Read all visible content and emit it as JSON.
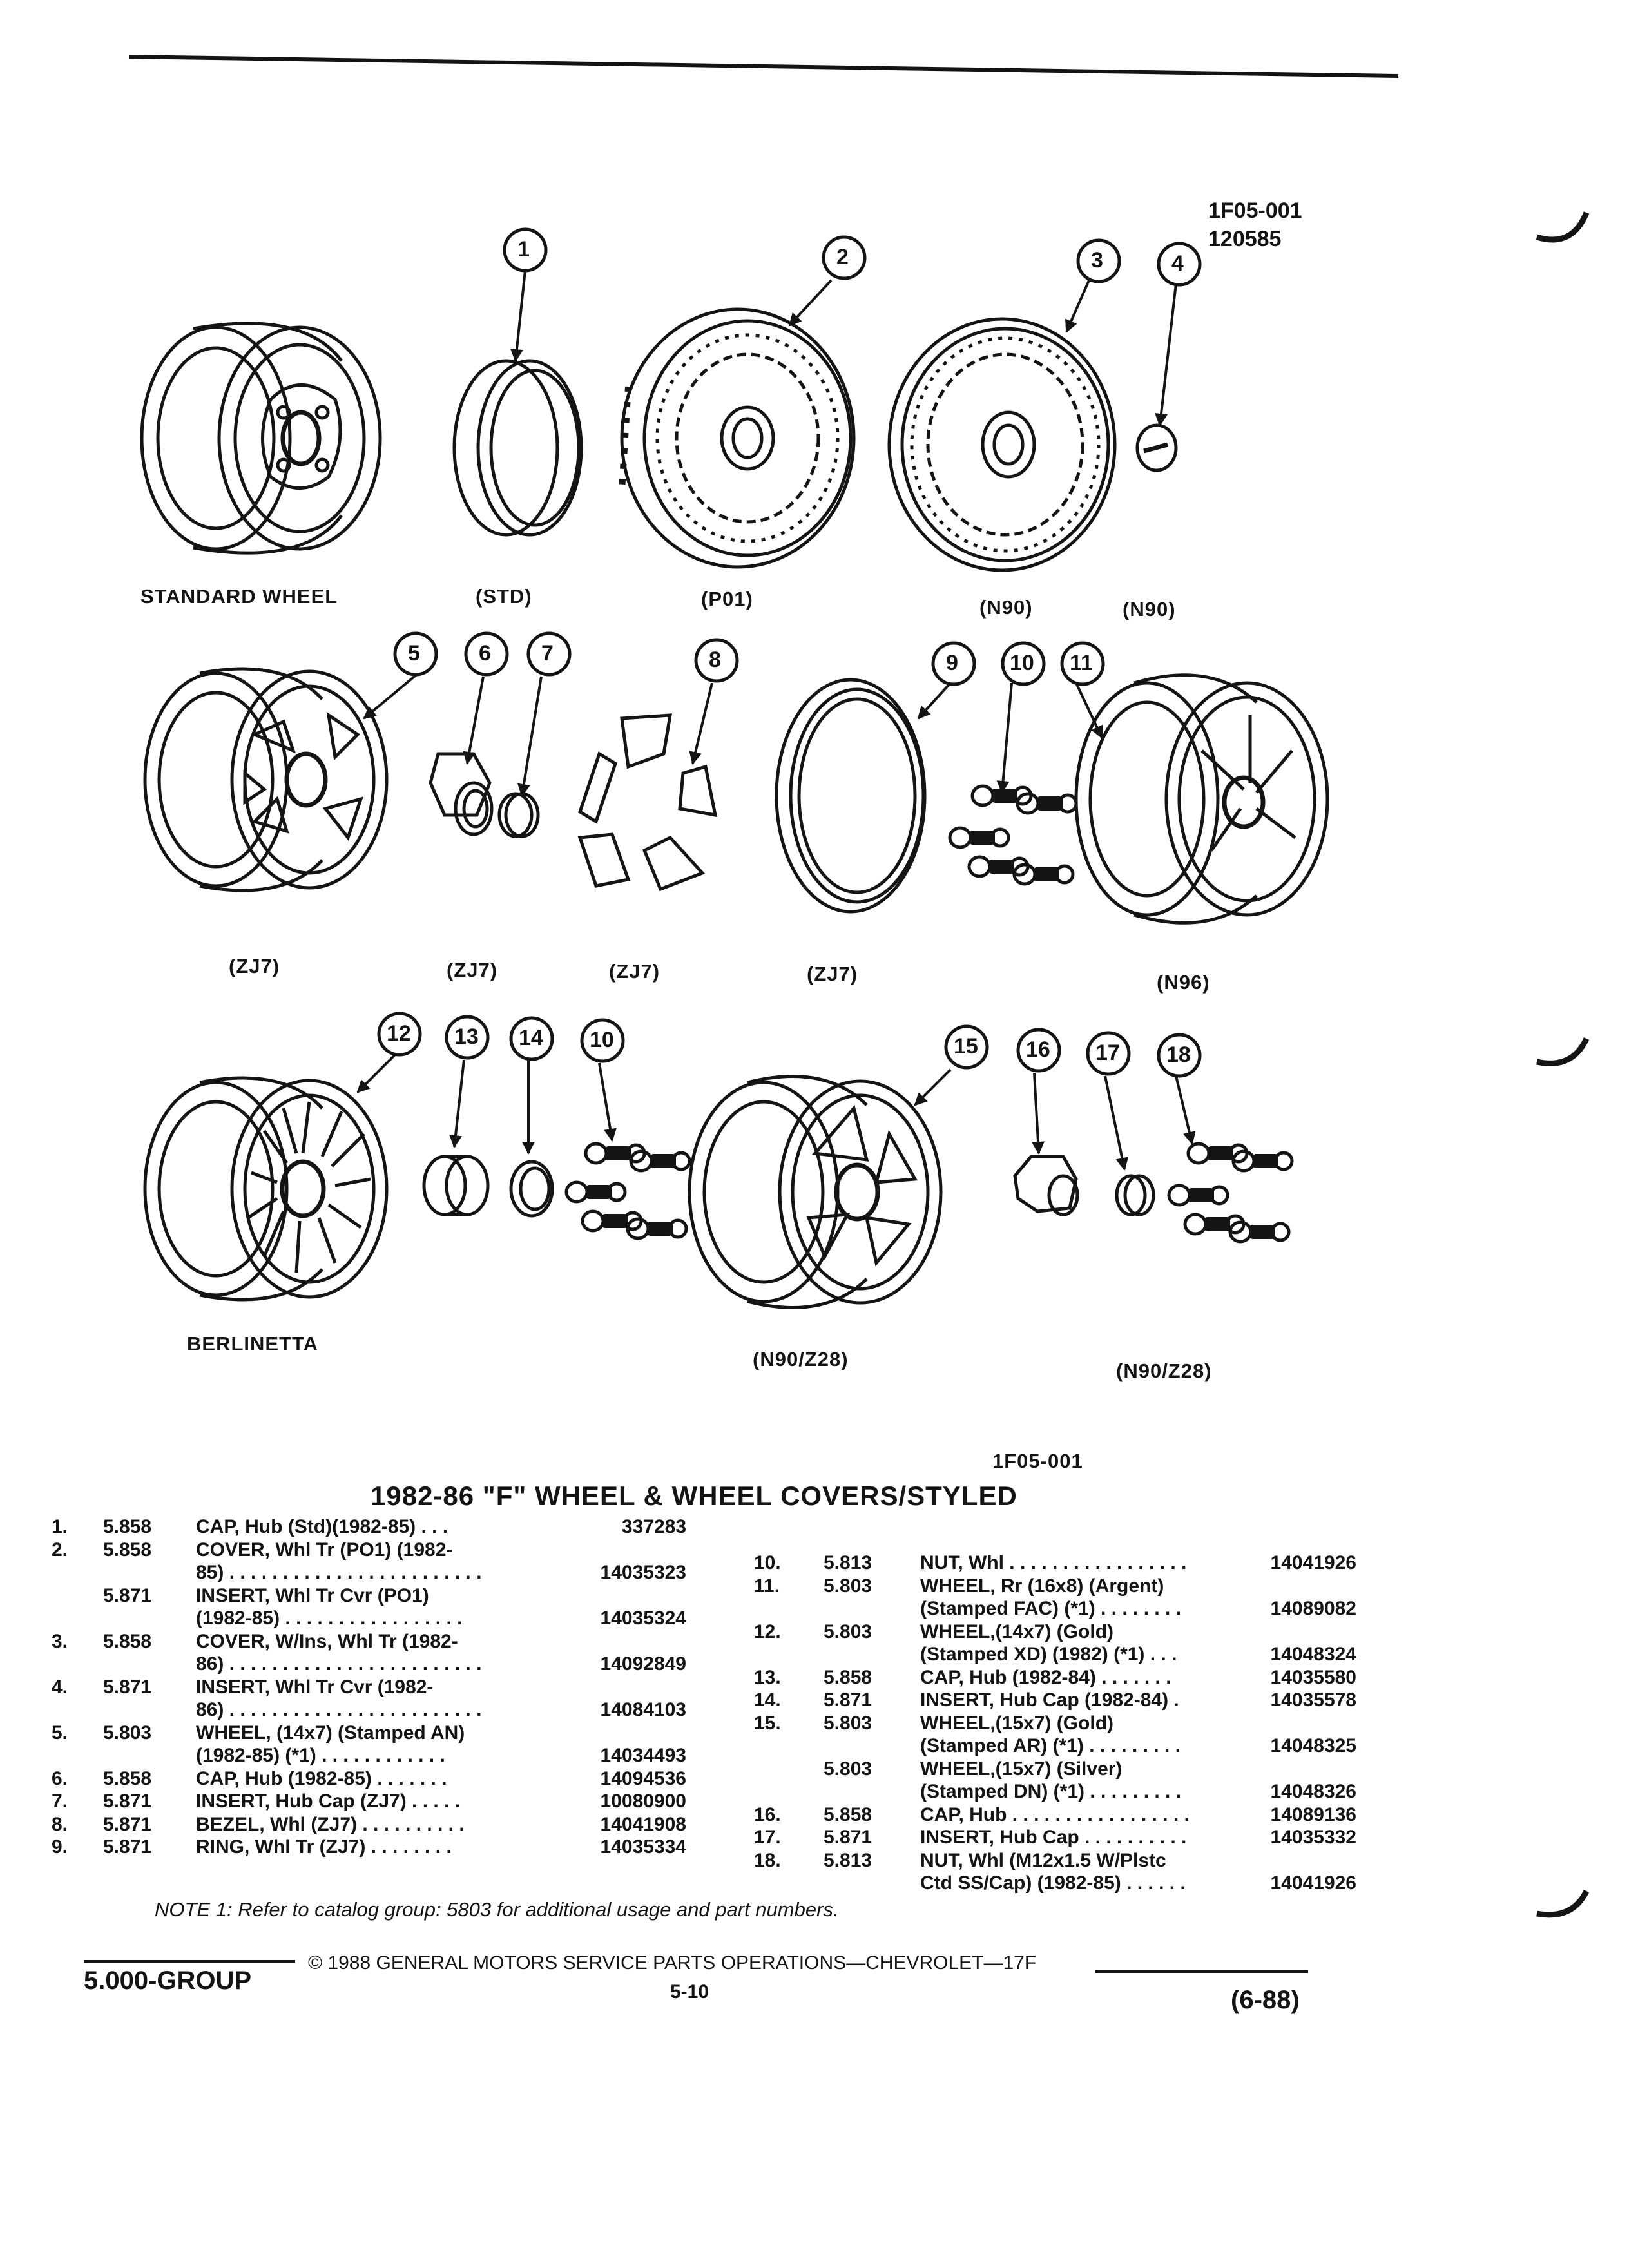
{
  "header": {
    "ref_code": "1F05-001",
    "ref_date": "120585"
  },
  "callouts": [
    "1",
    "2",
    "3",
    "4",
    "5",
    "6",
    "7",
    "8",
    "9",
    "10",
    "11",
    "12",
    "13",
    "14",
    "10",
    "15",
    "16",
    "17",
    "18"
  ],
  "captions": {
    "standard_wheel": "STANDARD WHEEL",
    "std": "(STD)",
    "p01": "(P01)",
    "n90_a": "(N90)",
    "n90_b": "(N90)",
    "zj7_a": "(ZJ7)",
    "zj7_b": "(ZJ7)",
    "zj7_c": "(ZJ7)",
    "zj7_d": "(ZJ7)",
    "n96": "(N96)",
    "berlinetta": "BERLINETTA",
    "n90z28_a": "(N90/Z28)",
    "n90z28_b": "(N90/Z28)"
  },
  "figure_ref": "1F05-001",
  "title": "1982-86 \"F\" WHEEL & WHEEL COVERS/STYLED",
  "parts_left": [
    {
      "no": "1.",
      "group": "5.858",
      "desc": "CAP, Hub (Std)(1982-85)  . . .",
      "part": "337283"
    },
    {
      "no": "2.",
      "group": "5.858",
      "desc": "COVER, Whl Tr (PO1) (1982-",
      "part": ""
    },
    {
      "no": "",
      "group": "",
      "desc": "85)  . . . . . . . . . . . . . . . . . . . . . . . .",
      "part": "14035323"
    },
    {
      "no": "",
      "group": "5.871",
      "desc": "INSERT, Whl Tr Cvr (PO1)",
      "part": ""
    },
    {
      "no": "",
      "group": "",
      "desc": "(1982-85)  . . . . . . . . . . . . . . . . .",
      "part": "14035324"
    },
    {
      "no": "3.",
      "group": "5.858",
      "desc": "COVER, W/Ins, Whl Tr (1982-",
      "part": ""
    },
    {
      "no": "",
      "group": "",
      "desc": "86)  . . . . . . . . . . . . . . . . . . . . . . . .",
      "part": "14092849"
    },
    {
      "no": "4.",
      "group": "5.871",
      "desc": "INSERT, Whl Tr Cvr (1982-",
      "part": ""
    },
    {
      "no": "",
      "group": "",
      "desc": "86)  . . . . . . . . . . . . . . . . . . . . . . . .",
      "part": "14084103"
    },
    {
      "no": "5.",
      "group": "5.803",
      "desc": "WHEEL, (14x7) (Stamped AN)",
      "part": ""
    },
    {
      "no": "",
      "group": "",
      "desc": "(1982-85) (*1)  . . . . . . . . . . . .",
      "part": "14034493"
    },
    {
      "no": "6.",
      "group": "5.858",
      "desc": "CAP, Hub (1982-85)  . . . . . . .",
      "part": "14094536"
    },
    {
      "no": "7.",
      "group": "5.871",
      "desc": "INSERT, Hub Cap (ZJ7)  . . . . .",
      "part": "10080900"
    },
    {
      "no": "8.",
      "group": "5.871",
      "desc": "BEZEL, Whl (ZJ7)  . . . . . . . . . .",
      "part": "14041908"
    },
    {
      "no": "9.",
      "group": "5.871",
      "desc": "RING, Whl Tr (ZJ7)  . . . . . . . .",
      "part": "14035334"
    }
  ],
  "parts_right": [
    {
      "no": "10.",
      "group": "5.813",
      "desc": "NUT, Whl  . . . . . . . . . . . . . . . . .",
      "part": "14041926"
    },
    {
      "no": "11.",
      "group": "5.803",
      "desc": "WHEEL, Rr (16x8) (Argent)",
      "part": ""
    },
    {
      "no": "",
      "group": "",
      "desc": "(Stamped FAC) (*1)  . . . . . . . .",
      "part": "14089082"
    },
    {
      "no": "12.",
      "group": "5.803",
      "desc": "WHEEL,(14x7) (Gold)",
      "part": ""
    },
    {
      "no": "",
      "group": "",
      "desc": "(Stamped XD) (1982) (*1)  . . .",
      "part": "14048324"
    },
    {
      "no": "13.",
      "group": "5.858",
      "desc": "CAP, Hub (1982-84)  . . . . . . .",
      "part": "14035580"
    },
    {
      "no": "14.",
      "group": "5.871",
      "desc": "INSERT, Hub Cap (1982-84)  .",
      "part": "14035578"
    },
    {
      "no": "15.",
      "group": "5.803",
      "desc": "WHEEL,(15x7) (Gold)",
      "part": ""
    },
    {
      "no": "",
      "group": "",
      "desc": "(Stamped AR) (*1)  . . . . . . . . .",
      "part": "14048325"
    },
    {
      "no": "",
      "group": "5.803",
      "desc": "WHEEL,(15x7) (Silver)",
      "part": ""
    },
    {
      "no": "",
      "group": "",
      "desc": "(Stamped DN) (*1)  . . . . . . . . .",
      "part": "14048326"
    },
    {
      "no": "16.",
      "group": "5.858",
      "desc": "CAP, Hub  . . . . . . . . . . . . . . . . .",
      "part": "14089136"
    },
    {
      "no": "17.",
      "group": "5.871",
      "desc": "INSERT, Hub Cap  . . . . . . . . . .",
      "part": "14035332"
    },
    {
      "no": "18.",
      "group": "5.813",
      "desc": "NUT, Whl (M12x1.5 W/Plstc",
      "part": ""
    },
    {
      "no": "",
      "group": "",
      "desc": "Ctd SS/Cap) (1982-85) . . . . . .",
      "part": "14041926"
    }
  ],
  "note": "NOTE 1: Refer to catalog group: 5803 for additional usage and part numbers.",
  "footer": {
    "copyright": "© 1988 GENERAL MOTORS SERVICE PARTS OPERATIONS—CHEVROLET—17F",
    "group": "5.000-GROUP",
    "page": "5-10",
    "date": "(6-88)"
  }
}
